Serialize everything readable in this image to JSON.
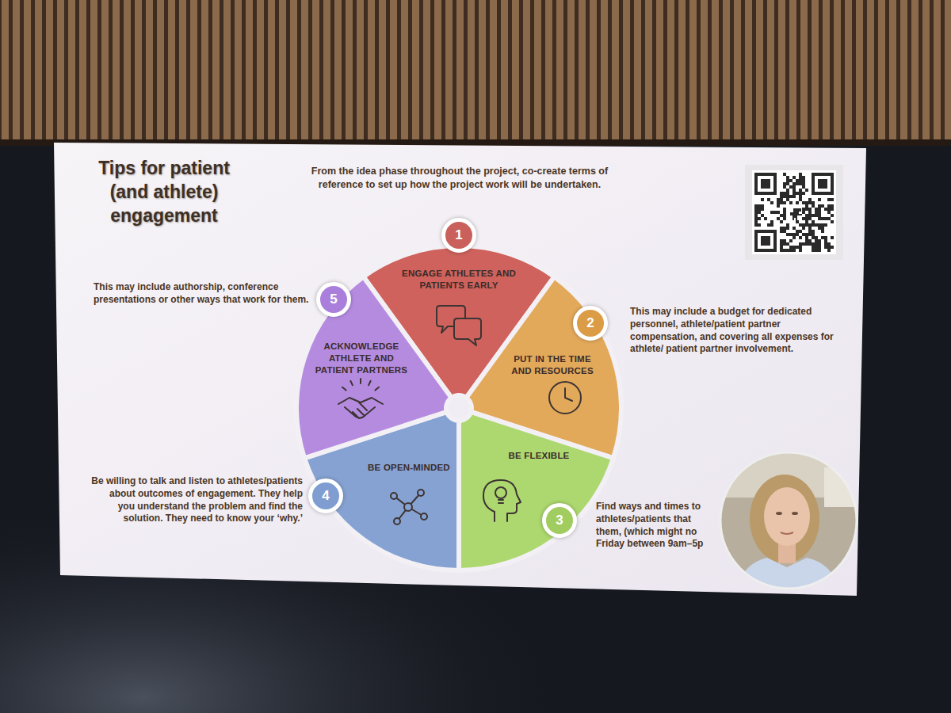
{
  "diagram": {
    "title": "Tips for patient (and athlete) engagement",
    "nodes": [
      {
        "text": [
          "ENGAGE ATHLETES AND PATIENTS EARLY"
        ]
      },
      {
        "text": [
          "PUT IN THE TIME AND RESOURCES"
        ]
      },
      {
        "text": [
          "BE FLEXIBLE"
        ]
      },
      {
        "text": [
          "BE OPEN-MINDED"
        ]
      },
      {
        "text": [
          "ACKNOWLEDGE ATHLETE AND PATIENT PARTNERS"
        ]
      }
    ],
    "labels": [
      "From the idea phase throughout the project, co-create terms of reference to set up how the project work will be undertaken.",
      "1",
      "This may include a budget for dedicated personnel, athlete/patient partner compensation, and covering all expenses for athlete/ patient partner involvement.",
      "2",
      "Find ways and times to athletes/patients that them, (which might no Friday between 9am–5p",
      "3",
      "Be willing to talk and listen to athletes/patients about outcomes of engagement. They help you understand the problem and find the solution. They need to know your ‘why.’",
      "4",
      "This may include authorship, conference presentations or other ways that work for them.",
      "5"
    ]
  }
}
